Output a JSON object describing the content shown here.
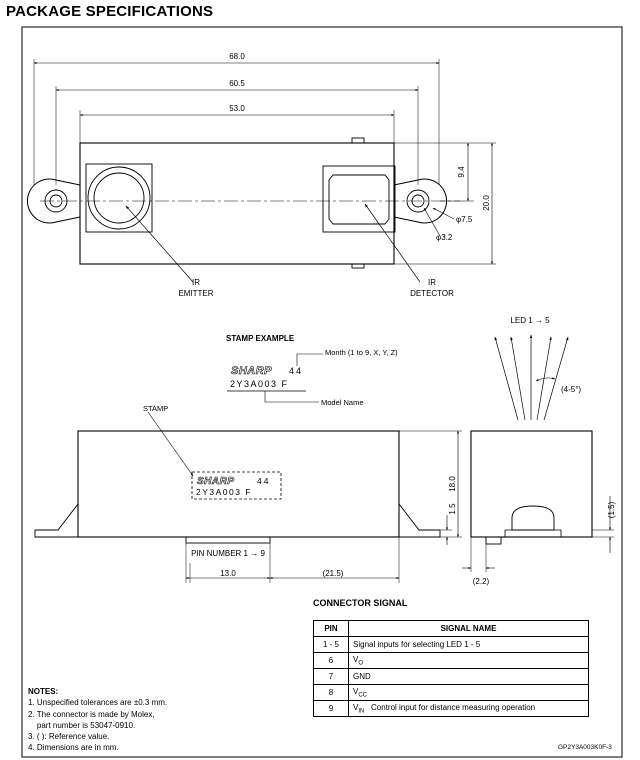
{
  "title": "PACKAGE SPECIFICATIONS",
  "top_view": {
    "dim_overall": "68.0",
    "dim_hole_pitch": "60.5",
    "dim_body": "53.0",
    "dim_half_height": "9.4",
    "dim_height": "20.0",
    "dim_flange_dia": "φ7.5",
    "dim_hole_dia": "φ3.2",
    "emitter_label": [
      "IR",
      "EMITTER"
    ],
    "detector_label": [
      "IR",
      "DETECTOR"
    ]
  },
  "stamp_example": {
    "heading": "STAMP EXAMPLE",
    "brand": "SHARP",
    "lot": "44",
    "model": "2Y3A003  F",
    "month_note": "Month (1 to 9, X, Y, Z)",
    "model_note": "Model Name"
  },
  "front_view": {
    "stamp_label": "STAMP",
    "brand": "SHARP",
    "lot": "44",
    "model": "2Y3A003  F",
    "pin_number_label": "PIN NUMBER 1 → 9",
    "dim_pin_offset": "13.0",
    "dim_ref_width": "(21.5)",
    "dim_height": "18.0",
    "dim_flange": "1.5"
  },
  "side_view": {
    "led_label": "LED 1  →  5",
    "angle_label": "(4-5°)",
    "dim_lens": "(1.5)",
    "dim_connector": "(2.2)"
  },
  "connector": {
    "title": "CONNECTOR SIGNAL",
    "headers": {
      "pin": "PIN",
      "signal": "SIGNAL NAME"
    },
    "rows": [
      {
        "pin": "1 - 5",
        "sym": "",
        "sub": "",
        "desc": "Signal inputs for selecting LED 1 - 5"
      },
      {
        "pin": "6",
        "sym": "V",
        "sub": "O",
        "desc": ""
      },
      {
        "pin": "7",
        "sym": "",
        "sub": "",
        "desc": "GND"
      },
      {
        "pin": "8",
        "sym": "V",
        "sub": "CC",
        "desc": ""
      },
      {
        "pin": "9",
        "sym": "V",
        "sub": "IN",
        "desc": "Control input for distance measuring operation"
      }
    ]
  },
  "notes": {
    "heading": "NOTES:",
    "lines": [
      "1. Unspecified tolerances are ±0.3 mm.",
      "2. The connector is made by Molex,",
      "    part number is 53047-0910.",
      "3. ( ): Reference value.",
      "4. Dimensions are in mm."
    ]
  },
  "doc_code": "GP2Y3A003K0F-3"
}
